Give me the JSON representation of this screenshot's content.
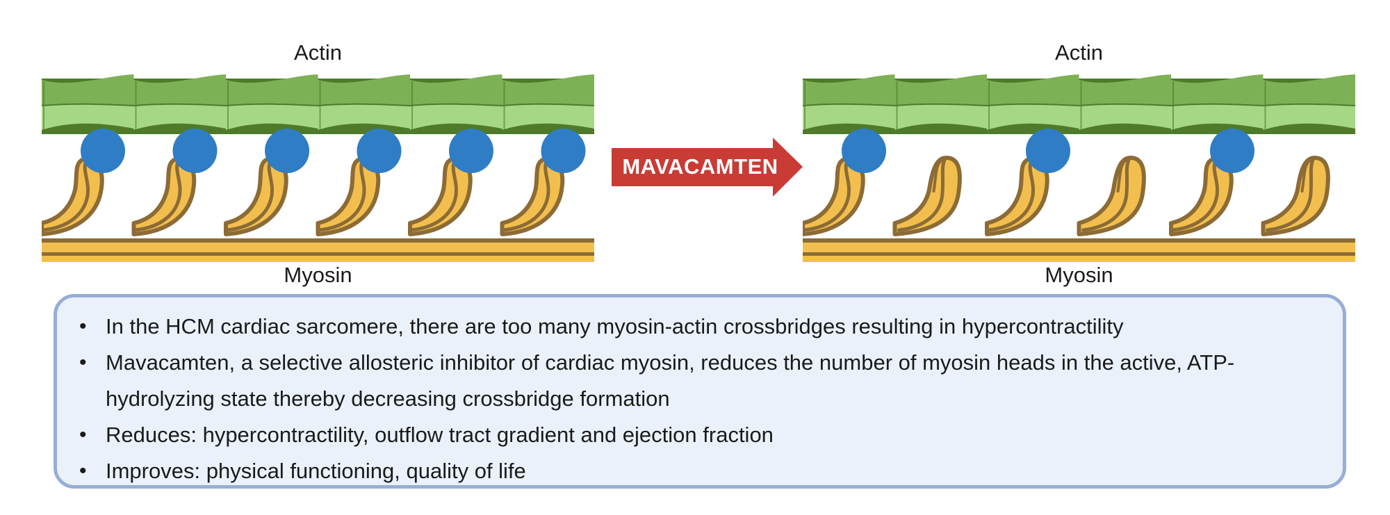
{
  "panels": [
    {
      "actin_label": "Actin",
      "myosin_label": "Myosin",
      "heads": [
        "attached",
        "attached",
        "attached",
        "attached",
        "attached",
        "attached"
      ]
    },
    {
      "actin_label": "Actin",
      "myosin_label": "Myosin",
      "heads": [
        "attached",
        "super-relaxed",
        "attached",
        "super-relaxed",
        "attached",
        "super-relaxed"
      ]
    }
  ],
  "drug": {
    "label": "MAVACAMTEN"
  },
  "bullets": [
    "In the HCM cardiac sarcomere, there are too many myosin-actin crossbridges resulting in hypercontractility",
    "Mavacamten, a selective allosteric inhibitor of cardiac myosin, reduces the number of myosin heads in the active, ATP-hydrolyzing state thereby decreasing crossbridge formation",
    "Reduces: hypercontractility, outflow tract gradient and ejection fraction",
    "Improves: physical functioning, quality of life"
  ],
  "colors": {
    "actin_dark": "#4e7a2a",
    "actin_mid": "#7db155",
    "actin_light": "#a6d785",
    "myosin_fill": "#f2bf4f",
    "myosin_outline": "#8c6b35",
    "binding_site": "#2f7dc4",
    "arrow": "#c93b35",
    "box_border": "#97aed6",
    "box_fill": "#eaf1fb"
  }
}
